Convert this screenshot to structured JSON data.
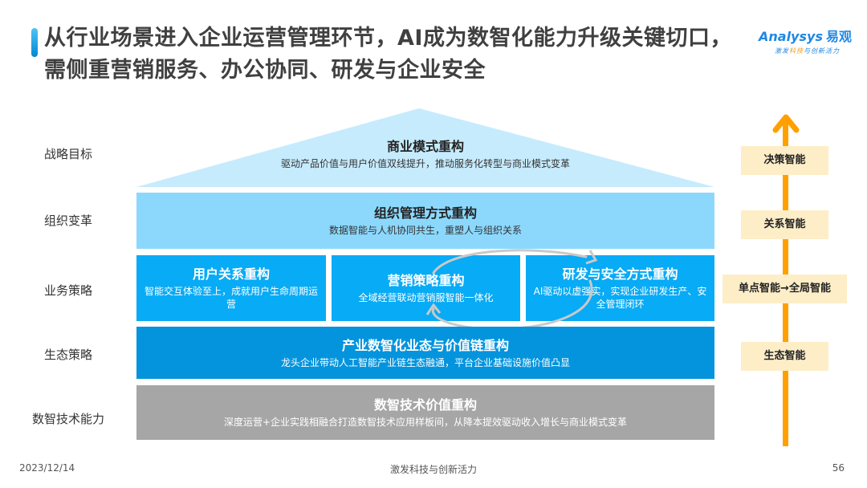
{
  "header": {
    "title": "从行业场景进入企业运营管理环节，AI成为数智化能力升级关键切口，需侧重营销服务、办公协同、研发与企业安全",
    "logo": {
      "brand_en": "Analysys",
      "brand_cn": "易观",
      "slogan_a": "激发",
      "slogan_b": "科技",
      "slogan_c": "与创新活力"
    }
  },
  "row_labels": [
    "战略目标",
    "组织变革",
    "业务策略",
    "生态策略",
    "数智技术能力"
  ],
  "layers": {
    "strategy": {
      "title": "商业模式重构",
      "desc": "驱动产品价值与用户价值双线提升，推动服务化转型与商业模式变革"
    },
    "organization": {
      "title": "组织管理方式重构",
      "desc": "数据智能与人机协同共生，重塑人与组织关系"
    },
    "business": [
      {
        "title": "用户关系重构",
        "desc": "智能交互体验至上，成就用户生命周期运营"
      },
      {
        "title": "营销策略重构",
        "desc": "全域经营联动营销服智能一体化"
      },
      {
        "title": "研发与安全方式重构",
        "desc": "AI驱动以虚强实，实现企业研发生产、安全管理闭环"
      }
    ],
    "ecosystem": {
      "title": "产业数智化业态与价值链重构",
      "desc": "龙头企业带动人工智能产业链生态融通，平台企业基础设施价值凸显"
    },
    "technology": {
      "title": "数智技术价值重构",
      "desc": "深度运营+企业实践相融合打造数智技术应用样板间，从降本提效驱动收入增长与商业模式变革"
    }
  },
  "intelligence_axis": {
    "color": "#ffa000",
    "tag_bg": "#fdeec8",
    "levels": [
      "决策智能",
      "关系智能",
      "单点智能→全局智能",
      "生态智能"
    ]
  },
  "colors": {
    "roof": "#c6ebfd",
    "organization": "#8cd8fd",
    "business": "#08abf5",
    "ecosystem": "#0494dd",
    "technology": "#a6a6a6"
  },
  "footer": {
    "date": "2023/12/14",
    "slogan": "激发科技与创新活力",
    "page": "56"
  }
}
